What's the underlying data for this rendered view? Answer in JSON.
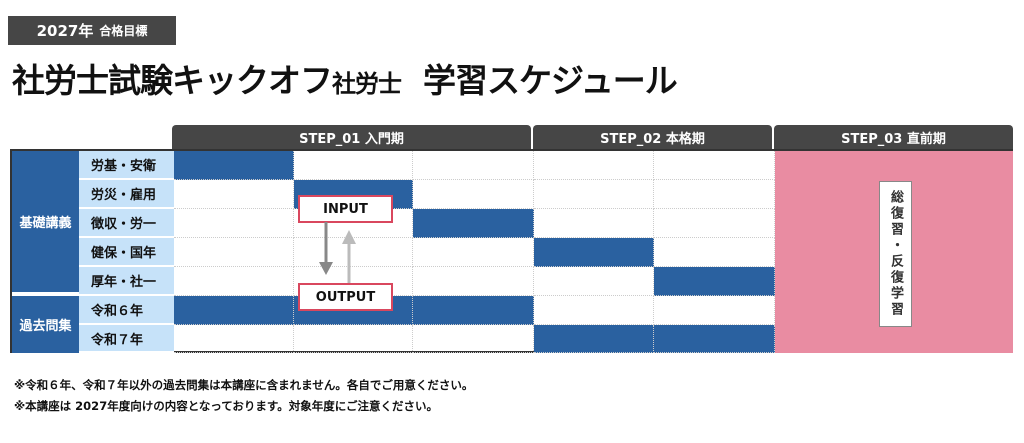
{
  "badge": {
    "year": "2027年",
    "label": "合格目標"
  },
  "title": {
    "main": "社労士試験キックオフ",
    "sub": "社労士",
    "schedule": "学習スケジュール"
  },
  "steps": [
    {
      "label": "STEP_01 入門期"
    },
    {
      "label": "STEP_02 本格期"
    },
    {
      "label": "STEP_03 直前期"
    }
  ],
  "groups": [
    {
      "label": "基礎講義"
    },
    {
      "label": "過去問集"
    }
  ],
  "subjects": [
    {
      "label": "労基・安衛",
      "bars": [
        0
      ]
    },
    {
      "label": "労災・雇用",
      "bars": [
        1
      ]
    },
    {
      "label": "徴収・労一",
      "bars": [
        2
      ]
    },
    {
      "label": "健保・国年",
      "bars": [
        3
      ]
    },
    {
      "label": "厚年・社一",
      "bars": [
        4
      ]
    },
    {
      "label": "令和６年",
      "bars": [
        0,
        1,
        2
      ]
    },
    {
      "label": "令和７年",
      "bars": [
        3,
        4
      ]
    }
  ],
  "input_label": "INPUT",
  "output_label": "OUTPUT",
  "review_label": "総復習・反復学習",
  "notes": [
    "※令和６年、令和７年以外の過去問集は本講座に含まれません。各自でご用意ください。",
    "※本講座は 2027年度向けの内容となっております。対象年度にご注意ください。"
  ],
  "colors": {
    "bar": "#2a61a0",
    "subject_bg": "#c6e2f9",
    "step3": "#e98ca2",
    "header": "#464646",
    "io_border": "#d9475e"
  }
}
